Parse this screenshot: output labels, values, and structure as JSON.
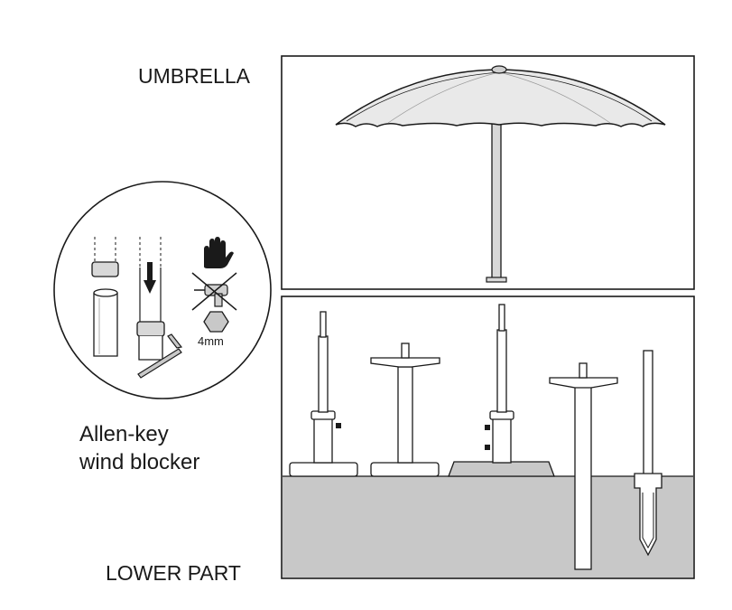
{
  "labels": {
    "umbrella": "UMBRELLA",
    "lower_part": "LOWER PART",
    "allen_key_line1": "Allen-key",
    "allen_key_line2": "wind blocker",
    "hex_size": "4mm"
  },
  "icons": [
    "hand-stop-icon",
    "power-drill-icon",
    "hex-nut-icon",
    "allen-key-icon",
    "down-arrow-icon"
  ],
  "colors": {
    "line": "#1a1a1a",
    "ground": "#c8c8c8",
    "canopy": "#e9e9e9",
    "pole": "#d8d8d8"
  }
}
